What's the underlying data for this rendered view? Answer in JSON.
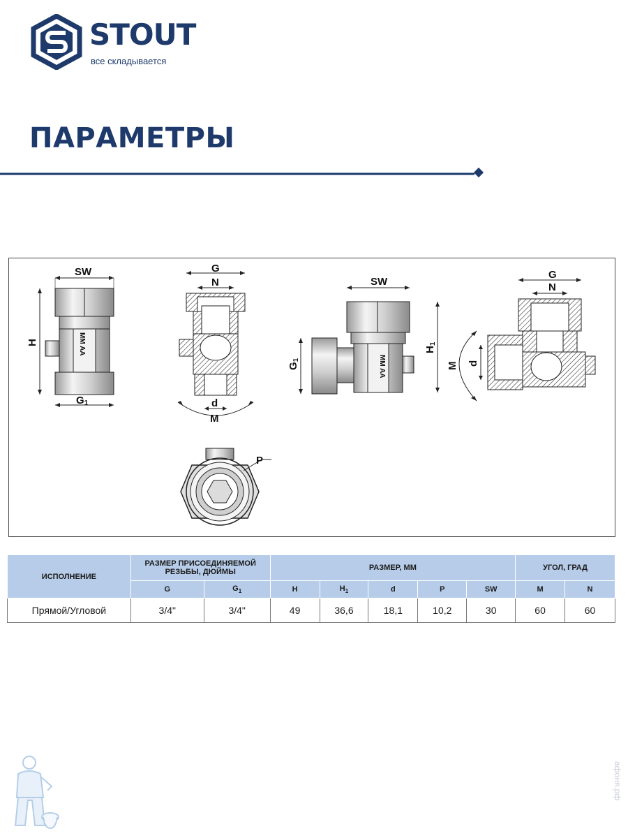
{
  "brand": {
    "name": "STOUT",
    "tagline": "все складывается",
    "color": "#1d3a6b"
  },
  "page": {
    "title": "ПАРАМЕТРЫ"
  },
  "drawing": {
    "labels": {
      "sw": "SW",
      "h": "H",
      "g1": "G",
      "g1_sub": "1",
      "g": "G",
      "n": "N",
      "d": "d",
      "m": "M",
      "p": "P",
      "h1": "H",
      "h1_sub": "1",
      "valve_marking": "MM AA"
    }
  },
  "table": {
    "header_color": "#b7cce9",
    "header_row1": {
      "variant": "ИСПОЛНЕНИЕ",
      "thread": "РАЗМЕР ПРИСОЕДИНЯЕМОЙ РЕЗЬБЫ, ДЮЙМЫ",
      "size": "РАЗМЕР, ММ",
      "angle": "УГОЛ, ГРАД"
    },
    "header_row2": {
      "g": "G",
      "g1": "G",
      "g1_sub": "1",
      "h": "H",
      "h1": "H",
      "h1_sub": "1",
      "d": "d",
      "p": "P",
      "sw": "SW",
      "m": "M",
      "n": "N"
    },
    "row": {
      "variant": "Прямой/Угловой",
      "g": "3/4\"",
      "g1": "3/4\"",
      "h": "49",
      "h1": "36,6",
      "d": "18,1",
      "p": "10,2",
      "sw": "30",
      "m": "60",
      "n": "60"
    }
  },
  "watermark": {
    "text": "афоня.рф"
  }
}
